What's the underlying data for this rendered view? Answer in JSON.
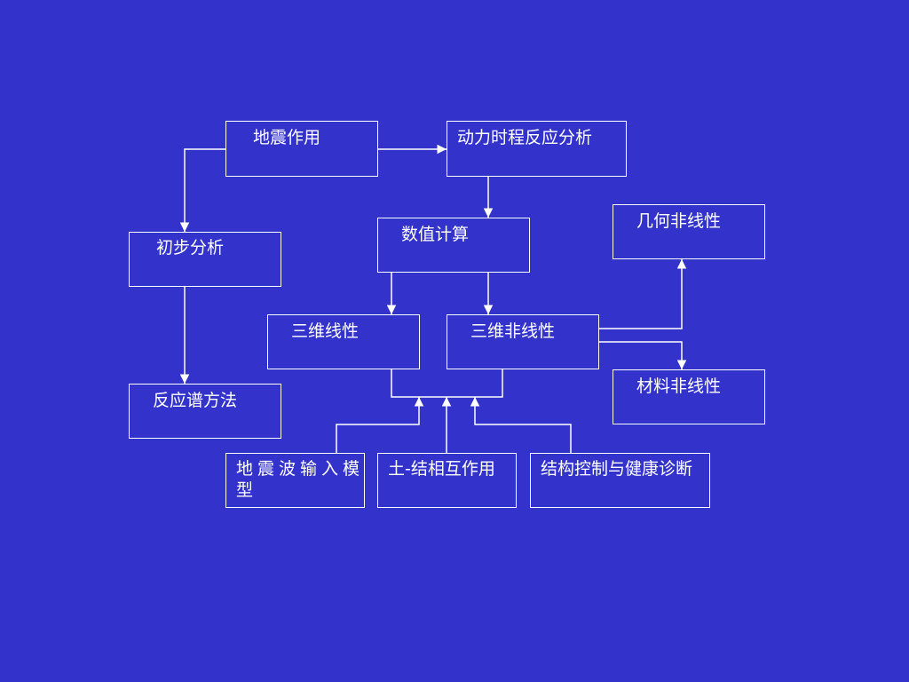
{
  "slide": {
    "background_color": "#3333cc",
    "line_color": "#ffffff",
    "text_color": "#ffffff"
  },
  "boxes": {
    "seismic_action": "地震作用",
    "dynamic_time_history": "动力时程反应分析",
    "preliminary_analysis": "初步分析",
    "numerical_computation": "数值计算",
    "geometric_nonlinearity": "几何非线性",
    "linear_3d": "三维线性",
    "nonlinear_3d": "三维非线性",
    "material_nonlinearity": "材料非线性",
    "response_spectrum": "反应谱方法",
    "seismic_wave_input": "地震波输入模型",
    "soil_structure_interaction": "土-结相互作用",
    "structural_control_health": "结构控制与健康诊断"
  }
}
